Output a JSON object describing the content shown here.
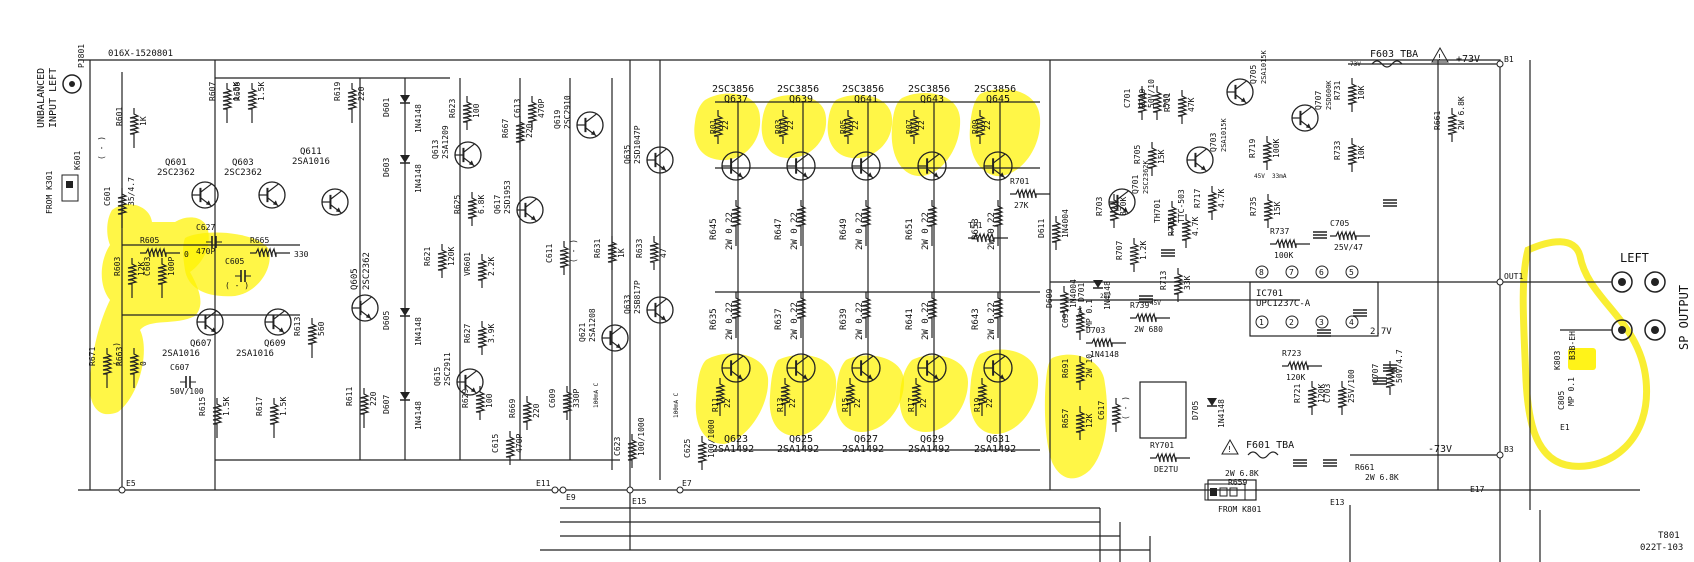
{
  "board": {
    "code": "016X-1520801",
    "input_label_1": "UNBALANCED",
    "input_label_2": "INPUT LEFT",
    "jack": "PJ801",
    "from_k301": "FROM K301",
    "k601": "K601",
    "k601_sub": "( - )",
    "from_k801": "FROM K801",
    "output_left": "LEFT",
    "sp_output": "SP OUTPUT",
    "t801": "T801",
    "t801_code": "022T-103"
  },
  "rails": {
    "pos": "+73V",
    "neg": "-73V",
    "fuse_pos": "F603  TBA",
    "fuse_neg": "F601  TBA",
    "fuse_note": "73V"
  },
  "nodes": [
    "E5",
    "E11",
    "E9",
    "E15",
    "E7",
    "E13",
    "E17",
    "E1",
    "B1",
    "B3",
    "OUT1"
  ],
  "input_stage": [
    {
      "ref": "R601",
      "val": "1K"
    },
    {
      "ref": "C601",
      "val": "35/4.7"
    },
    {
      "ref": "R605",
      "val": "0"
    },
    {
      "ref": "R603",
      "val": "12K"
    },
    {
      "ref": "C603",
      "val": "100P"
    },
    {
      "ref": "R671",
      "val": "( - )"
    },
    {
      "ref": "R663",
      "val": "0"
    },
    {
      "ref": "C627",
      "val": "470P"
    },
    {
      "ref": "C605",
      "val": "( - )"
    },
    {
      "ref": "R665",
      "val": "330"
    },
    {
      "ref": "C607",
      "val": "50V/100"
    },
    {
      "ref": "R607",
      "val": "1.5K"
    },
    {
      "ref": "R609",
      "val": "1.5K"
    },
    {
      "ref": "R615",
      "val": "1.5K"
    },
    {
      "ref": "R617",
      "val": "1.5K"
    },
    {
      "ref": "R613",
      "val": "560"
    },
    {
      "ref": "R619",
      "val": "220"
    },
    {
      "ref": "R611",
      "val": "220"
    }
  ],
  "transistors_left": [
    {
      "ref": "Q601",
      "type": "2SC2362"
    },
    {
      "ref": "Q603",
      "type": "2SC2362"
    },
    {
      "ref": "Q611",
      "type": "2SA1016"
    },
    {
      "ref": "Q605",
      "type": "2SC2362"
    },
    {
      "ref": "Q607",
      "type": "2SA1016"
    },
    {
      "ref": "Q609",
      "type": "2SA1016"
    }
  ],
  "vas_stage": [
    {
      "ref": "D601",
      "val": "1N4148"
    },
    {
      "ref": "D603",
      "val": "1N4148"
    },
    {
      "ref": "D605",
      "val": "1N4148"
    },
    {
      "ref": "D607",
      "val": "1N4148"
    },
    {
      "ref": "R621",
      "val": "120K"
    },
    {
      "ref": "R623",
      "val": "100"
    },
    {
      "ref": "Q613",
      "val": "2SA1209"
    },
    {
      "ref": "C613",
      "val": "470P"
    },
    {
      "ref": "R667",
      "val": "220"
    },
    {
      "ref": "R625",
      "val": "6.8K"
    },
    {
      "ref": "Q617",
      "val": "2SD1953"
    },
    {
      "ref": "VR601",
      "val": "2.2K"
    },
    {
      "ref": "R627",
      "val": "3.9K"
    },
    {
      "ref": "R629",
      "val": "100"
    },
    {
      "ref": "Q615",
      "val": "2SC2911"
    },
    {
      "ref": "C615",
      "val": "470P"
    },
    {
      "ref": "R669",
      "val": "220"
    },
    {
      "ref": "C609",
      "val": "330P"
    },
    {
      "ref": "Q619",
      "val": "2SC2910"
    },
    {
      "ref": "C611",
      "val": "( - )"
    },
    {
      "ref": "R631",
      "val": "1K"
    },
    {
      "ref": "Q621",
      "val": "2SA1208"
    },
    {
      "ref": "Q635",
      "val": "2SD1047P"
    },
    {
      "ref": "R633",
      "val": "47"
    },
    {
      "ref": "Q633",
      "val": "2SB817P"
    },
    {
      "ref": "C623",
      "val": "100/1000"
    },
    {
      "ref": "C625",
      "val": "100/1000"
    }
  ],
  "outputs_top": [
    {
      "q": "Q637",
      "type": "2SC3856",
      "r": "R01",
      "rv": "22",
      "re": "R645",
      "rev": "2W 0.22"
    },
    {
      "q": "Q639",
      "type": "2SC3856",
      "r": "R03",
      "rv": "22",
      "re": "R647",
      "rev": "2W 0.22"
    },
    {
      "q": "Q641",
      "type": "2SC3856",
      "r": "R05",
      "rv": "22",
      "re": "R649",
      "rev": "2W 0.22"
    },
    {
      "q": "Q643",
      "type": "2SC3856",
      "r": "R07",
      "rv": "22",
      "re": "R651",
      "rev": "2W 0.22"
    },
    {
      "q": "Q645",
      "type": "2SC3856",
      "r": "R09",
      "rv": "22",
      "re": "R653",
      "rev": "2W 0.22"
    }
  ],
  "outputs_bottom": [
    {
      "q": "Q623",
      "type": "2SA1492",
      "r": "R11",
      "rv": "22",
      "re": "R635",
      "rev": "2W 0.22"
    },
    {
      "q": "Q625",
      "type": "2SA1492",
      "r": "R13",
      "rv": "22",
      "re": "R637",
      "rev": "2W 0.22"
    },
    {
      "q": "Q627",
      "type": "2SA1492",
      "r": "R15",
      "rv": "22",
      "re": "R639",
      "rev": "2W 0.22"
    },
    {
      "q": "Q629",
      "type": "2SA1492",
      "r": "R17",
      "rv": "22",
      "re": "R641",
      "rev": "2W 0.22"
    },
    {
      "q": "Q631",
      "type": "2SA1492",
      "r": "R19",
      "rv": "22",
      "re": "R643",
      "rev": "2W 0.22"
    }
  ],
  "protection": [
    {
      "ref": "R701",
      "val": "27K"
    },
    {
      "ref": "TP1",
      "val": ""
    },
    {
      "ref": "D611",
      "val": "1N4004"
    },
    {
      "ref": "D609",
      "val": "1N4004"
    },
    {
      "ref": "C691",
      "val": "MP 0.1"
    },
    {
      "ref": "R691",
      "val": "2W 10"
    },
    {
      "ref": "R657",
      "val": "12K"
    },
    {
      "ref": "C617",
      "val": "( - )"
    },
    {
      "ref": "RY701",
      "val": "DE2TU"
    },
    {
      "ref": "C701",
      "val": "50V/10"
    },
    {
      "ref": "R709",
      "val": "560"
    },
    {
      "ref": "R711",
      "val": "47K"
    },
    {
      "ref": "Q705",
      "val": "2SA1015K"
    },
    {
      "ref": "Q707",
      "val": "2SD600K"
    },
    {
      "ref": "R731",
      "val": "10K"
    },
    {
      "ref": "R733",
      "val": "10K"
    },
    {
      "ref": "R705",
      "val": "15K"
    },
    {
      "ref": "Q701",
      "val": "2SC2362K"
    },
    {
      "ref": "Q703",
      "val": "2SA1015K"
    },
    {
      "ref": "TH701",
      "val": "TTC-503"
    },
    {
      "ref": "R703",
      "val": "820K"
    },
    {
      "ref": "R719",
      "val": "100K"
    },
    {
      "ref": "R717",
      "val": "4.7K"
    },
    {
      "ref": "R715",
      "val": "4.7K"
    },
    {
      "ref": "R707",
      "val": "1.2K"
    },
    {
      "ref": "R713",
      "val": "33K"
    },
    {
      "ref": "D701",
      "val": "1N4148"
    },
    {
      "ref": "R735",
      "val": "15K"
    },
    {
      "ref": "R737",
      "val": "100K"
    },
    {
      "ref": "C705",
      "val": "25V/47"
    },
    {
      "ref": "IC701",
      "val": "UPC1237C-A"
    },
    {
      "ref": "R739",
      "val": "2W 680"
    },
    {
      "ref": "D703",
      "val": "1N4148"
    },
    {
      "ref": "R723",
      "val": "120K"
    },
    {
      "ref": "R721",
      "val": "120K"
    },
    {
      "ref": "C703",
      "val": "25V/100"
    },
    {
      "ref": "C707",
      "val": "50V/4.7"
    },
    {
      "ref": "D705",
      "val": "1N4148"
    },
    {
      "ref": "R661",
      "val": "2W 6.8K"
    },
    {
      "ref": "R659",
      "val": "2W 6.8K"
    },
    {
      "ref": "K803",
      "val": "B3B-EH"
    },
    {
      "ref": "C805",
      "val": "MP 0.1"
    },
    {
      "ref": "R805",
      "val": "2W 10"
    }
  ],
  "misc_labels": {
    "v24": "24V",
    "v45": "45V",
    "v33": "33mA",
    "v27": "2.7V",
    "ic_pins": [
      "8",
      "7",
      "6",
      "5",
      "1",
      "2",
      "3",
      "4"
    ],
    "ce_note": "100mA C",
    "ce_note2": "100mA C"
  }
}
